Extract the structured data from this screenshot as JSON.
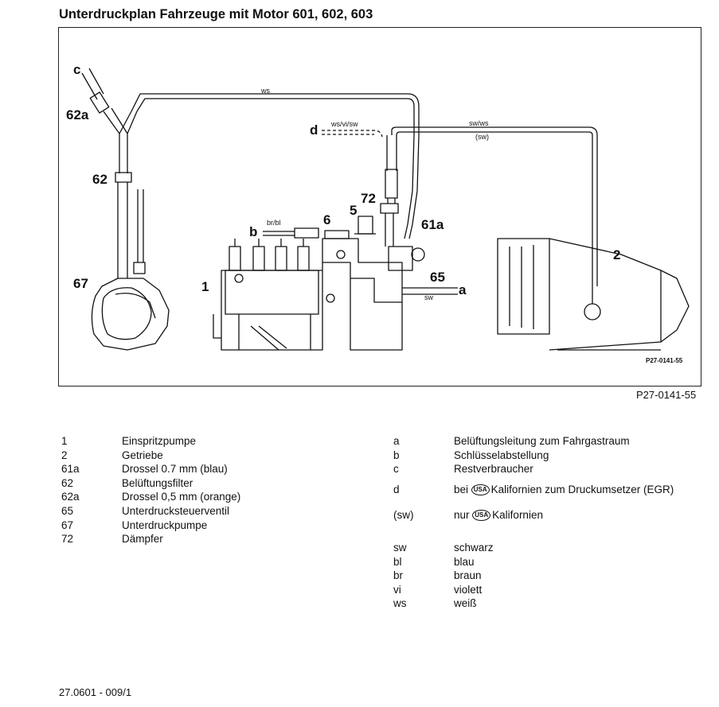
{
  "title": "Unterdruckplan Fahrzeuge mit Motor 601, 602, 603",
  "diagram": {
    "code_inner": "P27-0141-55",
    "labels": {
      "c": "c",
      "l62a": "62a",
      "l62": "62",
      "l67": "67",
      "l1": "1",
      "b": "b",
      "brbl": "br/bl",
      "l6": "6",
      "l5": "5",
      "l72": "72",
      "d": "d",
      "wsvisw": "ws/vi/sw",
      "ws": "ws",
      "swws": "sw/ws",
      "sw_paren": "(sw)",
      "l61a": "61a",
      "l65": "65",
      "a": "a",
      "sw": "sw",
      "l2": "2"
    }
  },
  "figure_ref": "P27-0141-55",
  "legend_left": [
    {
      "key": "1",
      "text": "Einspritzpumpe"
    },
    {
      "key": "2",
      "text": "Getriebe"
    },
    {
      "key": "61a",
      "text": "Drossel 0.7 mm (blau)"
    },
    {
      "key": "62",
      "text": "Belüftungsfilter"
    },
    {
      "key": "62a",
      "text": "Drossel 0,5 mm (orange)"
    },
    {
      "key": "65",
      "text": "Unterdrucksteuerventil"
    },
    {
      "key": "67",
      "text": "Unterdruckpumpe"
    },
    {
      "key": "72",
      "text": "Dämpfer"
    }
  ],
  "legend_right": [
    {
      "key": "a",
      "text": "Belüftungsleitung zum Fahrgastraum"
    },
    {
      "key": "b",
      "text": "Schlüsselabstellung"
    },
    {
      "key": "c",
      "text": "Restverbraucher"
    },
    {
      "key": "d",
      "pre": "bei",
      "badge": "USA",
      "text": "Kalifornien zum Druckumsetzer (EGR)"
    },
    {
      "key": "(sw)",
      "pre": "nur",
      "badge": "USA",
      "text": "Kalifornien"
    }
  ],
  "colors_legend": [
    {
      "key": "sw",
      "text": "schwarz"
    },
    {
      "key": "bl",
      "text": "blau"
    },
    {
      "key": "br",
      "text": "braun"
    },
    {
      "key": "vi",
      "text": "violett"
    },
    {
      "key": "ws",
      "text": "weiß"
    }
  ],
  "footer": "27.0601 - 009/1"
}
